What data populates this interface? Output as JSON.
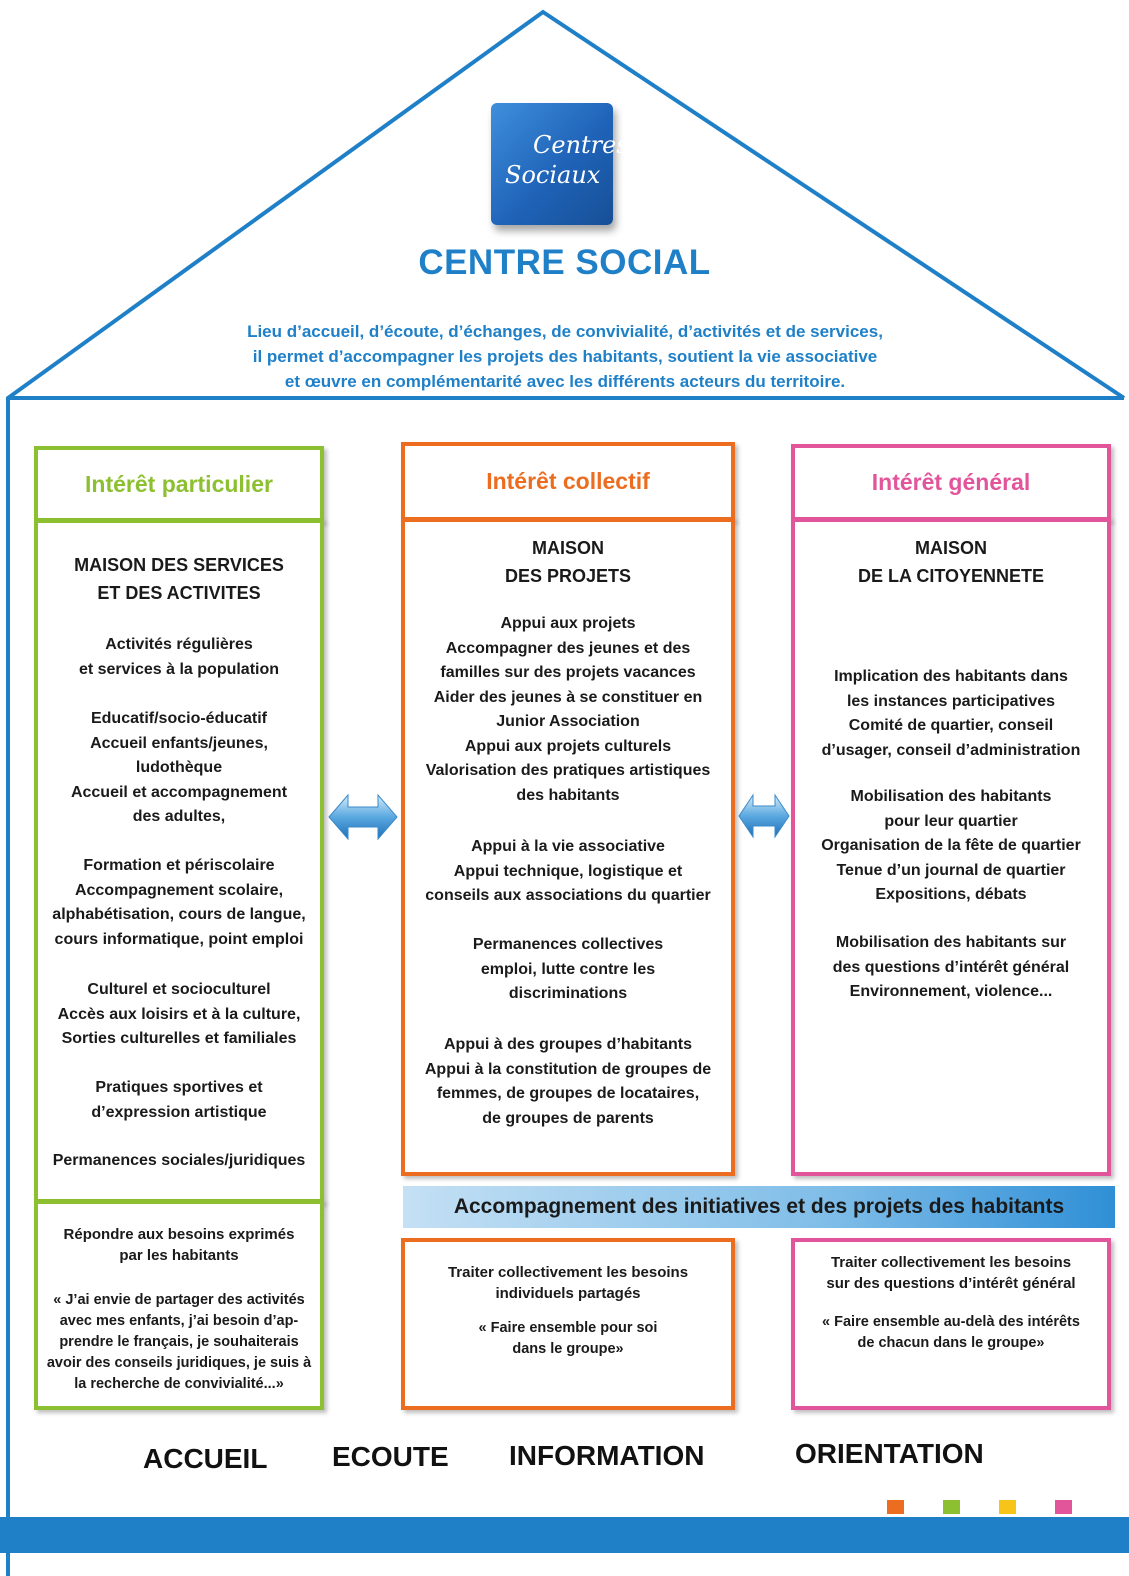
{
  "logo": {
    "line1": "Centres",
    "line2": "Sociaux"
  },
  "title": "CENTRE SOCIAL",
  "intro": [
    "Lieu d’accueil, d’écoute, d’échanges, de convivialité, d’activités et de services,",
    "il permet d’accompagner les projets des habitants, soutient la vie associative",
    "et œuvre en complémentarité avec les différents acteurs du territoire."
  ],
  "columns": [
    {
      "heading": "Intérêt particulier",
      "title": [
        "MAISON DES SERVICES",
        "ET DES ACTIVITES"
      ],
      "paragraphs": [
        [
          "Activités régulières",
          "et services à la population"
        ],
        [
          "Educatif/socio-éducatif",
          "Accueil enfants/jeunes,",
          "ludothèque",
          "Accueil et accompagnement",
          "des adultes,"
        ],
        [
          "Formation et périscolaire",
          "Accompagnement scolaire,",
          "alphabétisation, cours de langue,",
          "cours informatique, point emploi"
        ],
        [
          "Culturel et socioculturel",
          "Accès aux loisirs et à la culture,",
          "Sorties culturelles et familiales"
        ],
        [
          "Pratiques sportives et",
          "d’expression artistique"
        ],
        [
          "Permanences sociales/juridiques"
        ]
      ],
      "bottom": {
        "statement": [
          "Répondre aux besoins exprimés",
          "par les habitants"
        ],
        "quote": [
          "« J’ai envie de partager des activités",
          "avec mes enfants, j’ai besoin d’ap-",
          "prendre le français, je souhaiterais",
          "avoir des conseils juridiques, je suis à",
          "la recherche de convivialité...»"
        ]
      }
    },
    {
      "heading": "Intérêt collectif",
      "title": [
        "MAISON",
        "DES PROJETS"
      ],
      "paragraphs": [
        [
          "Appui aux projets",
          "Accompagner des jeunes et des",
          "familles sur des projets vacances",
          "Aider des jeunes à se constituer en",
          "Junior Association",
          "Appui aux projets culturels",
          "Valorisation des pratiques artistiques",
          "des habitants"
        ],
        [
          "Appui à la vie associative",
          "Appui technique, logistique et",
          "conseils aux associations du quartier"
        ],
        [
          "Permanences collectives",
          "emploi, lutte contre les",
          "discriminations"
        ],
        [
          "Appui à des groupes d’habitants",
          "Appui à la constitution de groupes de",
          "femmes, de groupes de locataires,",
          "de groupes de parents"
        ]
      ],
      "bottom": {
        "statement": [
          "Traiter collectivement les besoins",
          "individuels partagés"
        ],
        "quote": [
          "« Faire ensemble pour soi",
          "dans le groupe»"
        ]
      }
    },
    {
      "heading": "Intérêt général",
      "title": [
        "MAISON",
        "DE LA CITOYENNETE"
      ],
      "paragraphs": [
        [
          "Implication des habitants dans",
          "les instances participatives",
          "Comité de quartier, conseil",
          "d’usager, conseil d’administration"
        ],
        [
          "Mobilisation des habitants",
          "pour leur quartier",
          "Organisation de la fête de quartier",
          "Tenue d’un journal de quartier",
          "Expositions, débats"
        ],
        [
          "Mobilisation des habitants sur",
          "des questions d’intérêt général",
          "Environnement, violence..."
        ]
      ],
      "bottom": {
        "statement": [
          "Traiter collectivement les besoins",
          "sur des questions d’intérêt général"
        ],
        "quote": [
          "« Faire ensemble au-delà des intérêts",
          "de chacun dans le groupe»"
        ]
      }
    }
  ],
  "band": "Accompagnement des initiatives et des projets des habitants",
  "bottom_words": [
    "ACCUEIL",
    "ECOUTE",
    "INFORMATION",
    "ORIENTATION"
  ],
  "colors": {
    "blue": "#1f80c8",
    "green": "#8cc030",
    "orange": "#ec6d1f",
    "pink": "#e2559a",
    "yellow": "#f7c51a"
  },
  "icons": [
    "double-arrow-icon",
    "double-arrow-icon"
  ]
}
